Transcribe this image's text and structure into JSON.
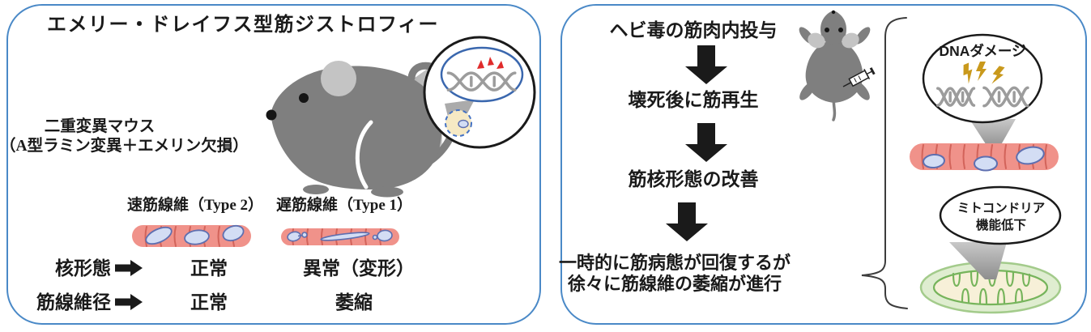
{
  "left_panel": {
    "title": "エメリー・ドレイフス型筋ジストロフィー",
    "mouse_caption": {
      "line1": "二重変異マウス",
      "line2_pre": "（",
      "line2_latin": "A",
      "line2_post": "型ラミン変異＋エメリン欠損）"
    },
    "table": {
      "col1_header": {
        "pre": "速筋線維（",
        "latin": "Type 2",
        "post": "）"
      },
      "col2_header": {
        "pre": "遅筋線維（",
        "latin": "Type 1",
        "post": "）"
      },
      "rows": [
        {
          "label": "核形態",
          "col1": "正常",
          "col2": "異常（変形）"
        },
        {
          "label": "筋線維径",
          "col1": "正常",
          "col2": "萎縮"
        }
      ]
    }
  },
  "right_panel": {
    "flow_steps": [
      "ヘビ毒の筋肉内投与",
      "壊死後に筋再生",
      "筋核形態の改善"
    ],
    "outcome_line1": "一時的に筋病態が回復するが",
    "outcome_line2": "徐々に筋線維の萎縮が進行",
    "dna_callout_label": "DNAダメージ",
    "mito_callout_line1": "ミトコンドリア",
    "mito_callout_line2": "機能低下"
  },
  "colors": {
    "panel_border": "#4A89C7",
    "text": "#1A1A1A",
    "arrow_black": "#1A1A1A",
    "muscle_fiber_fill": "#F0928A",
    "striation": "#C9544A",
    "nucleus_fill": "#D3DDF4",
    "nucleus_stroke": "#5E6FB0",
    "mouse_gray": "#7F7F7F",
    "mouse_ear_gray": "#C4C4C4",
    "dna_gray": "#9C9C9C",
    "damage_red": "#E02B2B",
    "lightning_gold": "#C9991C",
    "beam_gray": "#ACACAC",
    "bracket_gray": "#3C3C3C",
    "callout_stroke": "#1A1A1A",
    "magnifier_ellipse_blue": "#3A67AE",
    "cell_fill": "#F6E9C4",
    "cell_dash_blue": "#4472C4",
    "mito_outer_fill": "#DFEDD0",
    "mito_outer_stroke": "#A3CB8B",
    "mito_inner_fill": "#F7F0D8",
    "mito_cristae": "#76B45B"
  }
}
